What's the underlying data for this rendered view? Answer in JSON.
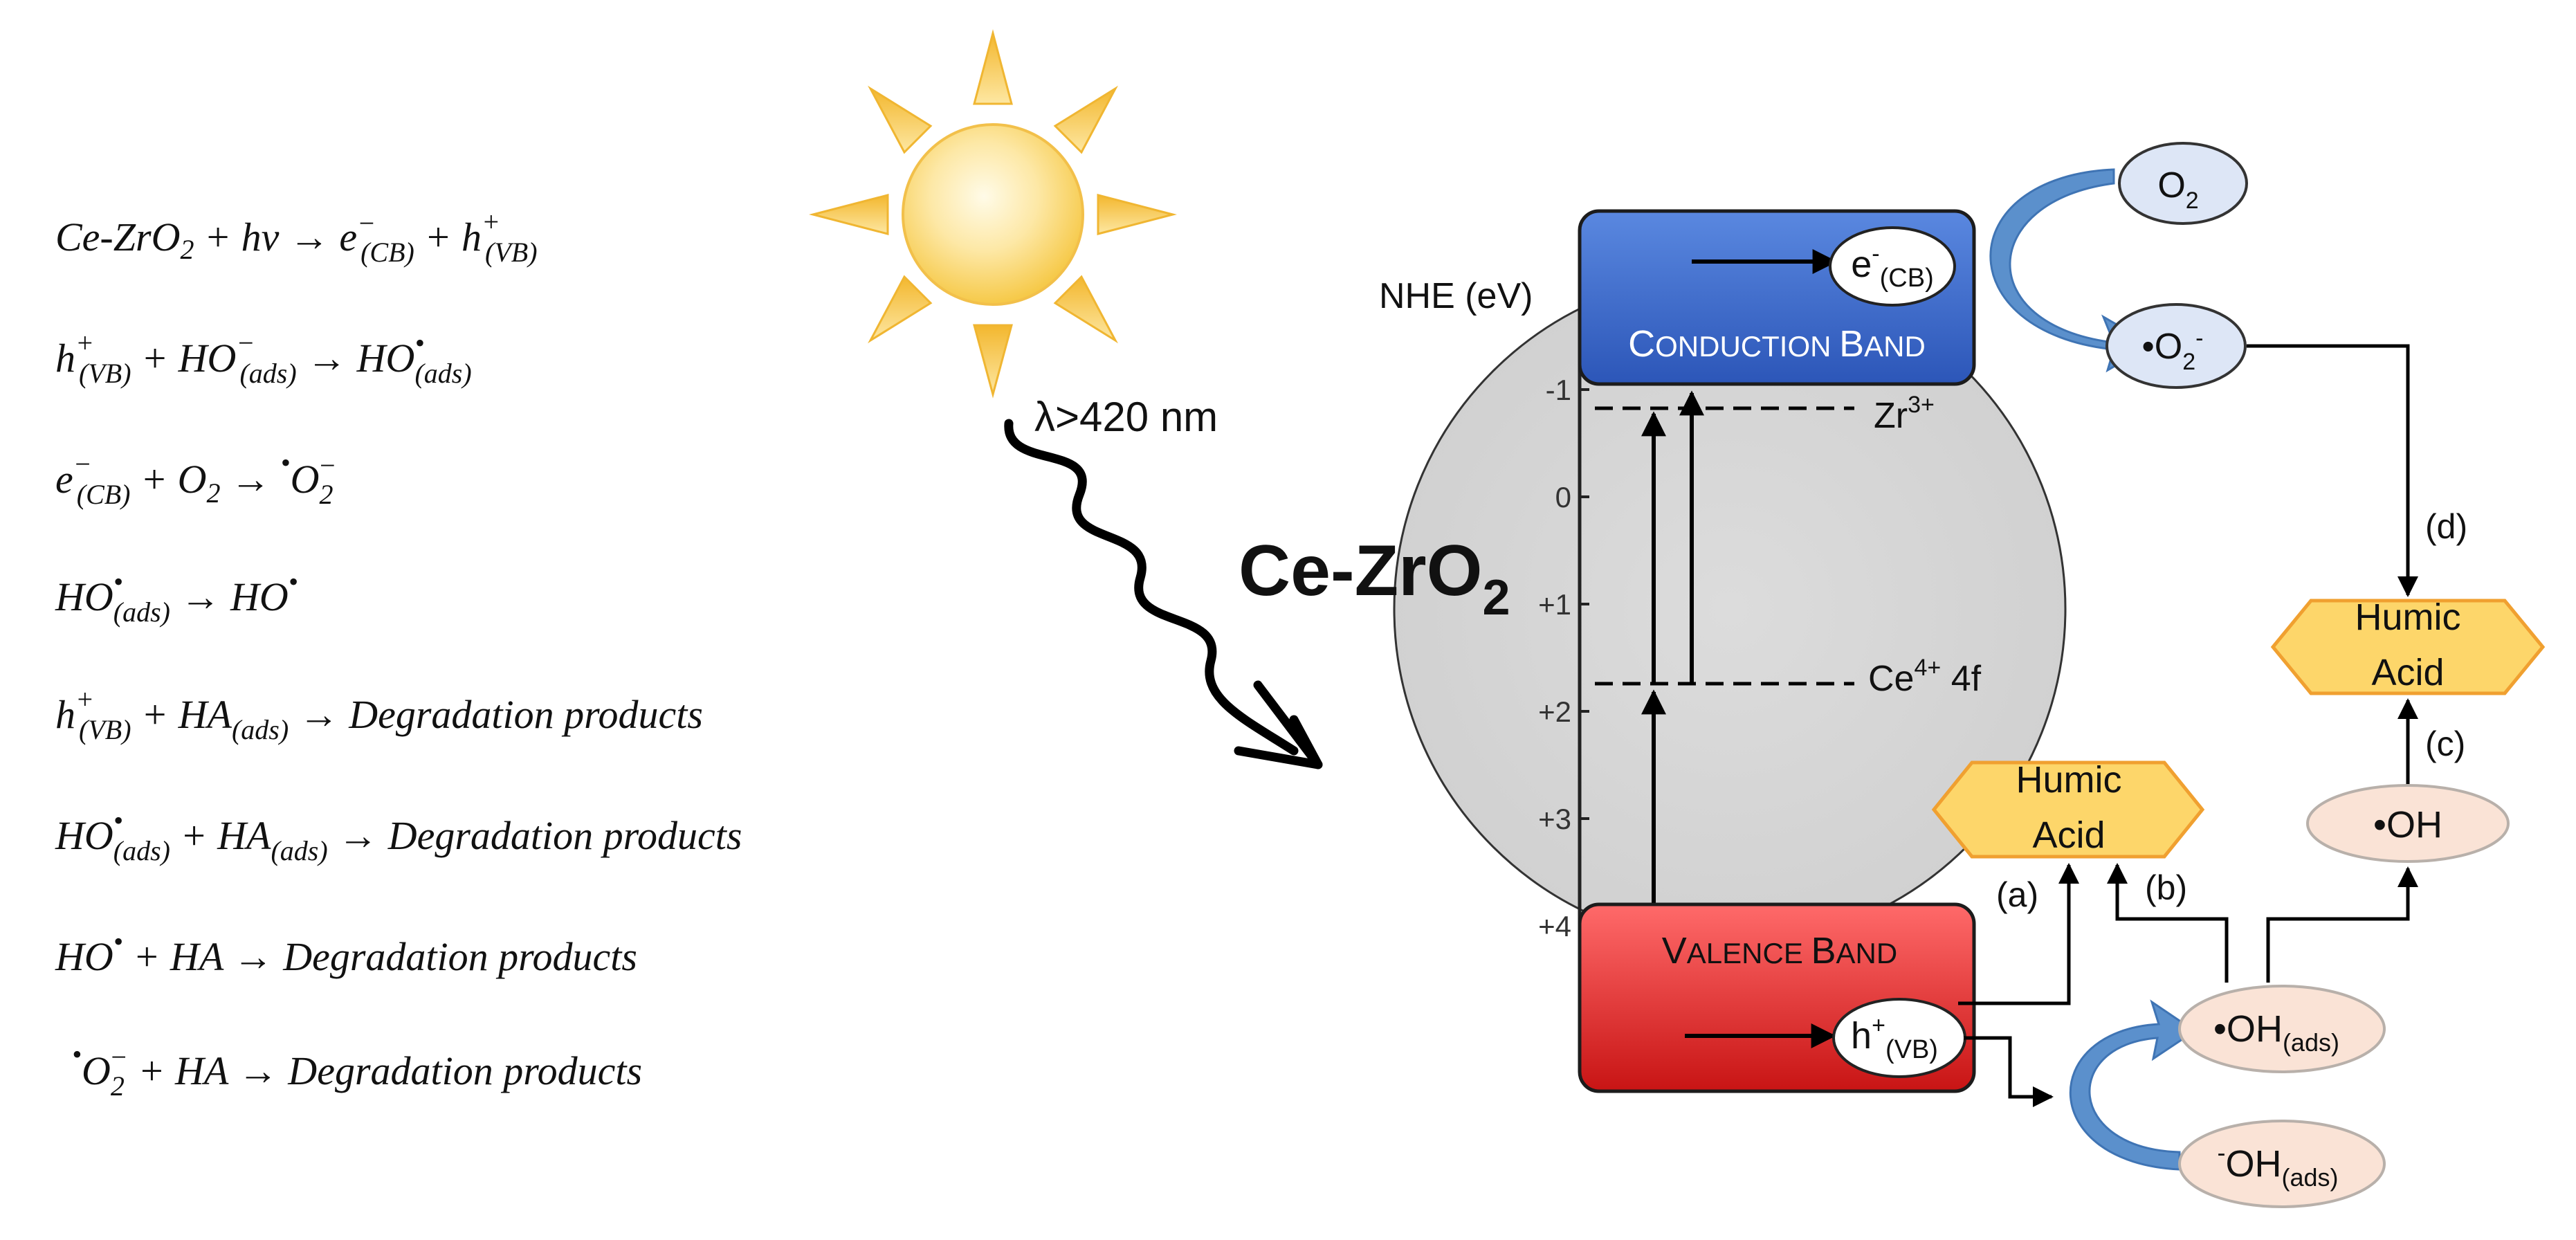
{
  "equations": [
    [
      "Ce-ZrO",
      "2",
      " + hν → e",
      "−",
      "(CB)",
      " + h",
      "+",
      "(VB)"
    ],
    [
      "h",
      "+",
      "(VB)",
      " + HO",
      "−",
      "(ads)",
      " → HO",
      "•",
      "(ads)"
    ],
    [
      "e",
      "−",
      "(CB)",
      " + O",
      "2",
      " → ",
      "•",
      "O",
      "2",
      "−"
    ],
    [
      "HO",
      "•",
      "(ads)",
      " → HO",
      "•"
    ],
    [
      "h",
      "+",
      "(VB)",
      " + HA",
      "(ads)",
      " → Degradation products"
    ],
    [
      "HO",
      "•",
      "(ads)",
      " + HA",
      "(ads)",
      " → Degradation products"
    ],
    [
      "HO",
      "•",
      " + HA → Degradation products"
    ],
    [
      "•",
      "O",
      "2",
      "−",
      " + HA → Degradation products"
    ]
  ],
  "light": {
    "label": "λ>420 nm"
  },
  "catalyst": {
    "main": "Ce-ZrO",
    "sub": "2"
  },
  "axis": {
    "title": "NHE (eV)",
    "ticks": [
      "-1",
      "0",
      "+1",
      "+2",
      "+3",
      "+4"
    ]
  },
  "bands": {
    "conduction": {
      "first": "C",
      "rest": "ONDUCTION ",
      "first2": "B",
      "rest2": "AND",
      "color": "#3f6fd0"
    },
    "valence": {
      "first": "V",
      "rest": "ALENCE ",
      "first2": "B",
      "rest2": "AND",
      "color": "#e53a3a"
    }
  },
  "carriers": {
    "electron": {
      "base": "e",
      "sup": "-",
      "sub": "(CB)"
    },
    "hole": {
      "base": "h",
      "sup": "+",
      "sub": "(VB)"
    }
  },
  "levels": {
    "zr": {
      "base": "Zr",
      "sup": "3+"
    },
    "ce": {
      "base": "Ce",
      "sup": "4+",
      "tail": " 4f"
    }
  },
  "species": {
    "o2": {
      "base": "O",
      "sub": "2"
    },
    "superoxide": {
      "dot": "•",
      "base": "O",
      "sub": "2",
      "sup": "-"
    },
    "oh_radical": {
      "text": "•OH"
    },
    "oh_ads": {
      "base": "•OH",
      "sub": "(ads)"
    },
    "hydroxide_ads": {
      "sup": "-",
      "base": "OH",
      "sub": "(ads)"
    },
    "humic_acid_1": [
      "Humic",
      "Acid"
    ],
    "humic_acid_2": [
      "Humic",
      "Acid"
    ]
  },
  "pathway_labels": {
    "a": "(a)",
    "b": "(b)",
    "c": "(c)",
    "d": "(d)"
  },
  "colors": {
    "sun": "#f6c948",
    "sun_ray": "#f5c542",
    "sphere": "#d6d6d6",
    "humic_fill": "#fdd66a",
    "humic_stroke": "#f0a030",
    "blue_node": "#dde6f6",
    "peach_node": "#fae3d6",
    "curve_arrow": "#5b90cc"
  }
}
